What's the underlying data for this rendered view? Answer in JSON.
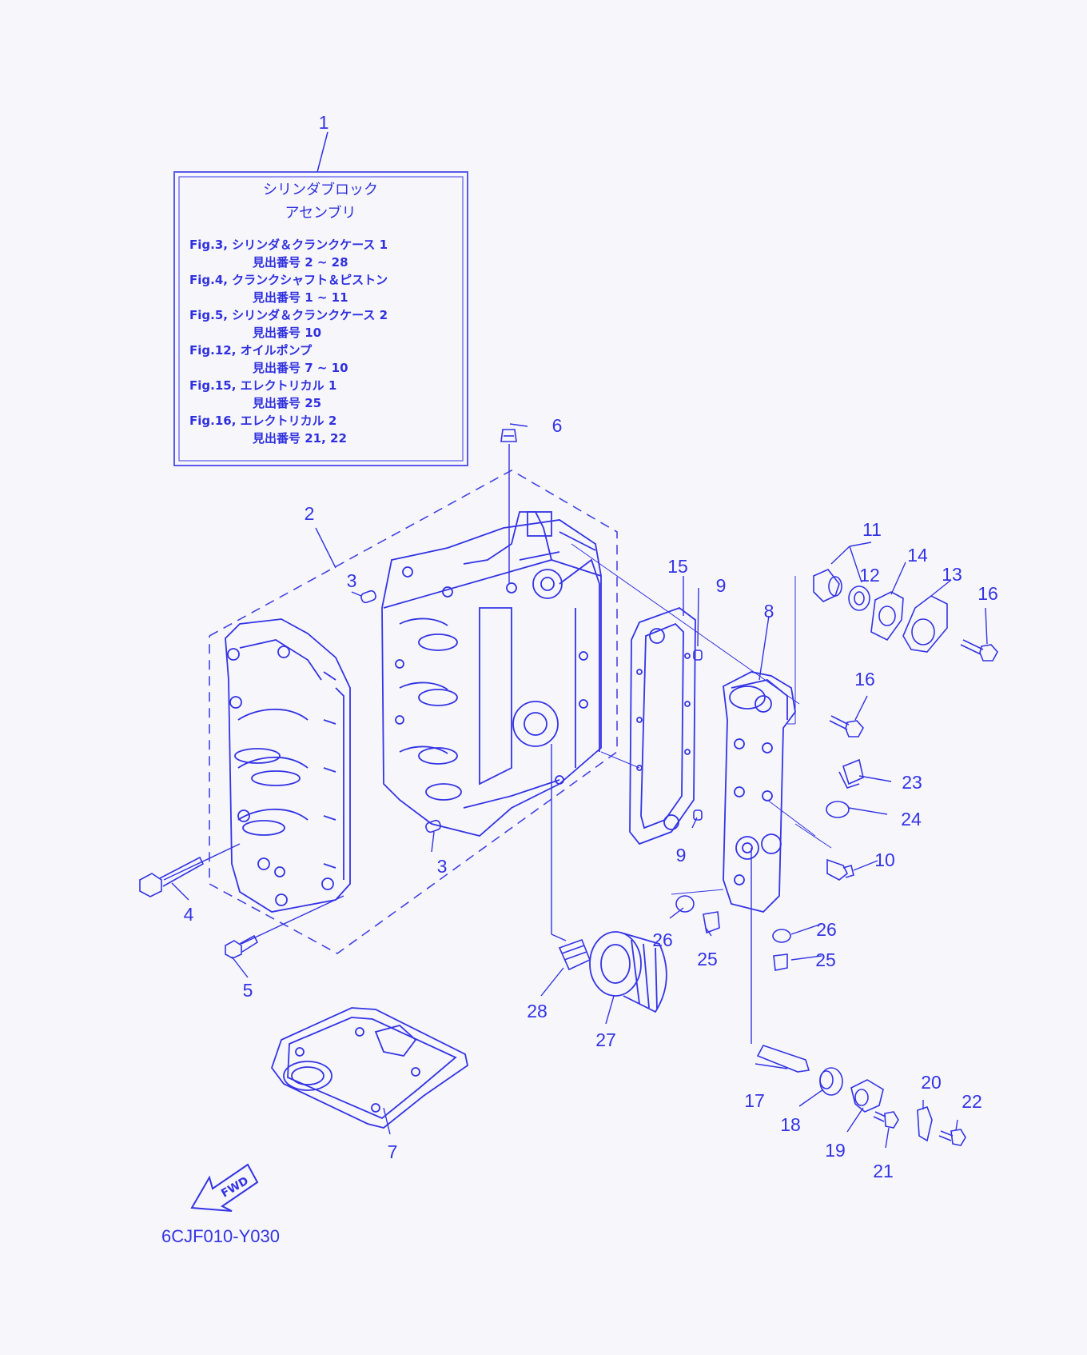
{
  "diagram": {
    "diagram_code": "6CJF010-Y030",
    "fwd_label": "FWD",
    "info_box": {
      "title_line1": "シリンダブロック",
      "title_line2": "アセンブリ",
      "lines": [
        "Fig.3, シリンダ＆クランクケース 1",
        "見出番号 2 ~ 28",
        "Fig.4, クランクシャフト＆ピストン",
        "見出番号 1 ~ 11",
        "Fig.5, シリンダ＆クランクケース 2",
        "見出番号 10",
        "Fig.12, オイルポンプ",
        "見出番号 7 ~ 10",
        "Fig.15, エレクトリカル 1",
        "見出番号 25",
        "Fig.16, エレクトリカル 2",
        "見出番号 21, 22"
      ]
    },
    "callouts": [
      "1",
      "2",
      "3",
      "3",
      "4",
      "5",
      "6",
      "7",
      "8",
      "9",
      "9",
      "10",
      "11",
      "12",
      "13",
      "14",
      "15",
      "16",
      "16",
      "17",
      "18",
      "19",
      "20",
      "21",
      "22",
      "23",
      "24",
      "25",
      "25",
      "26",
      "26",
      "27",
      "28"
    ],
    "colors": {
      "ink": "#3434e6",
      "background": "#f6f6fb"
    }
  }
}
